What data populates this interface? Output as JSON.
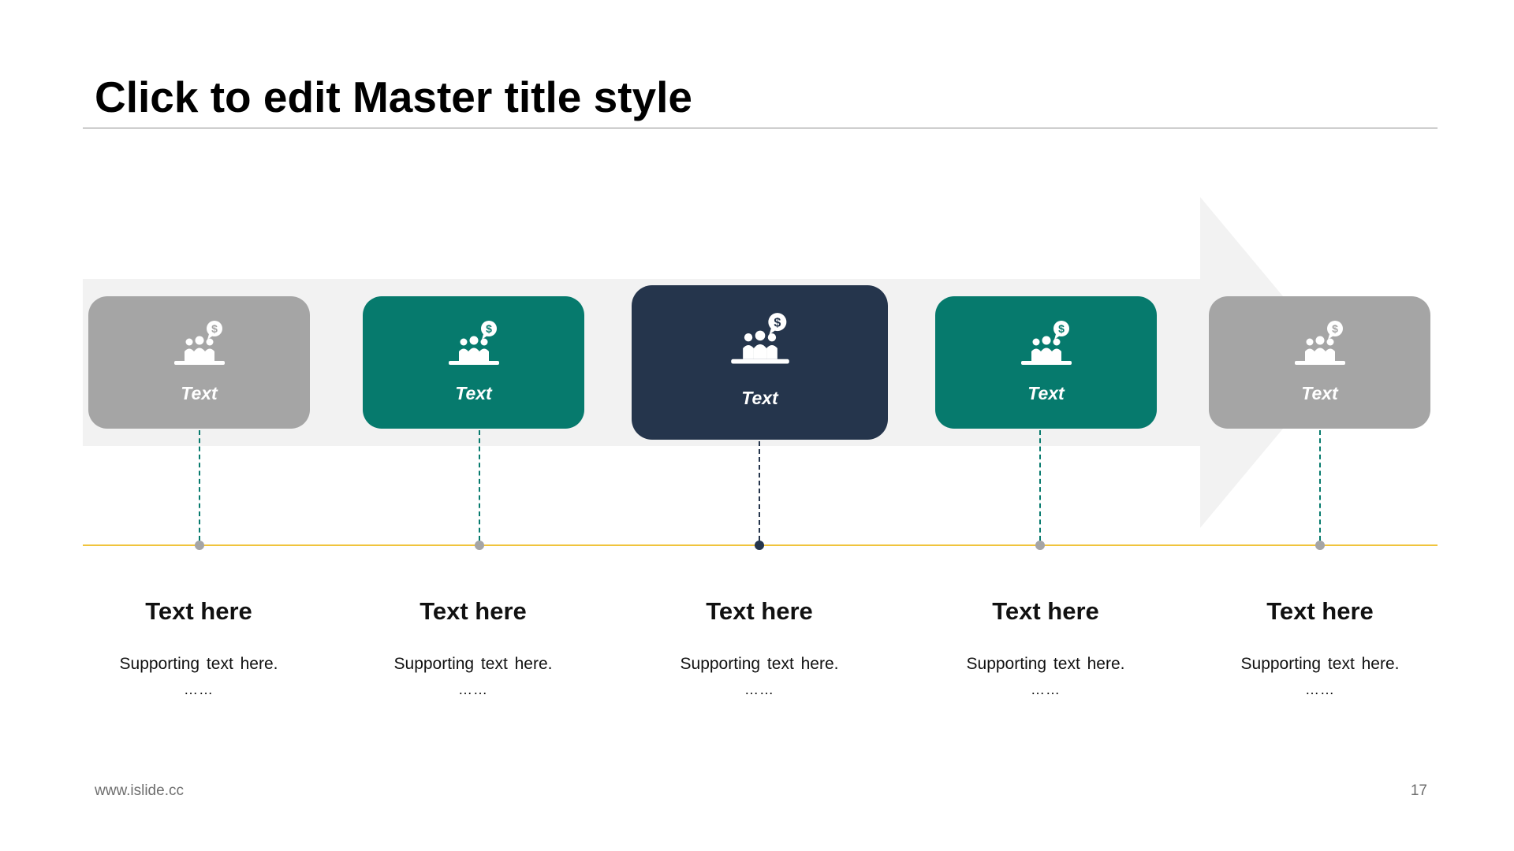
{
  "slide": {
    "title": "Click to edit Master title style",
    "footer_url": "www.islide.cc",
    "page_number": "17"
  },
  "colors": {
    "gray": "#a5a5a5",
    "teal": "#067a6d",
    "navy": "#25354c",
    "arrow": "#f2f2f2",
    "timeline": "#f0c43c",
    "icon": "#ffffff"
  },
  "steps": [
    {
      "box_label": "Text",
      "heading": "Text here",
      "support": "Supporting text here.",
      "ellipsis": "……",
      "color": "#a5a5a5",
      "highlight": false,
      "icon": "team-money-icon"
    },
    {
      "box_label": "Text",
      "heading": "Text here",
      "support": "Supporting text here.",
      "ellipsis": "……",
      "color": "#067a6d",
      "highlight": false,
      "icon": "team-money-icon"
    },
    {
      "box_label": "Text",
      "heading": "Text here",
      "support": "Supporting text here.",
      "ellipsis": "……",
      "color": "#25354c",
      "highlight": true,
      "icon": "team-money-icon"
    },
    {
      "box_label": "Text",
      "heading": "Text here",
      "support": "Supporting text here.",
      "ellipsis": "……",
      "color": "#067a6d",
      "highlight": false,
      "icon": "team-money-icon"
    },
    {
      "box_label": "Text",
      "heading": "Text here",
      "support": "Supporting text here.",
      "ellipsis": "……",
      "color": "#a5a5a5",
      "highlight": false,
      "icon": "team-money-icon"
    }
  ]
}
